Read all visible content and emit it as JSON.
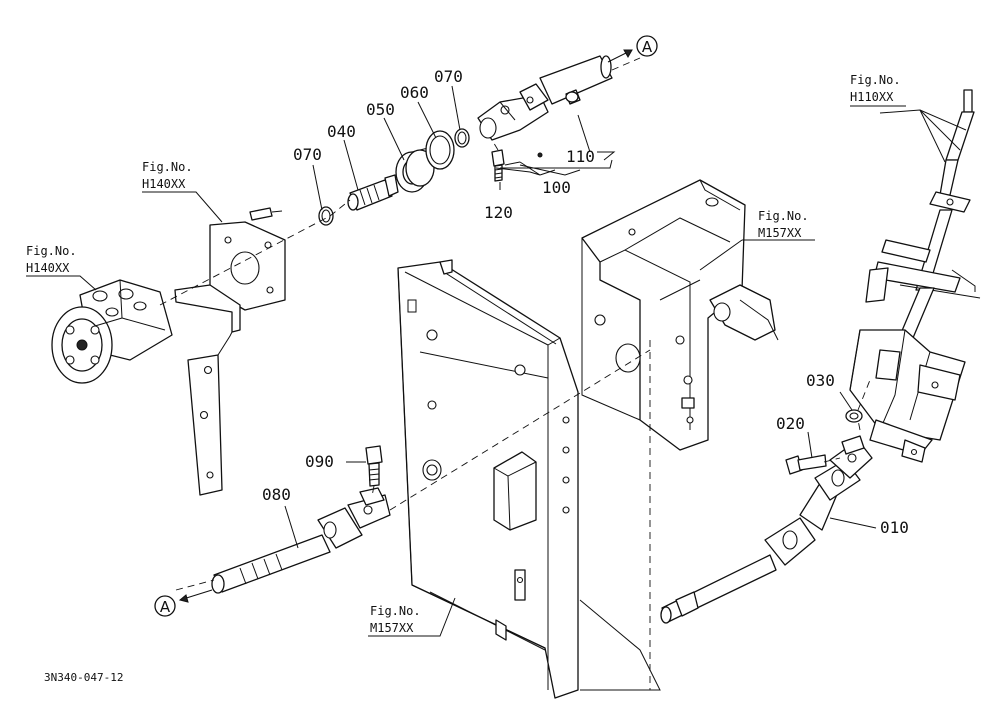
{
  "parts": {
    "p010": "010",
    "p020": "020",
    "p030": "030",
    "p040": "040",
    "p050": "050",
    "p060": "060",
    "p070a": "070",
    "p070b": "070",
    "p080": "080",
    "p090": "090",
    "p100": "100",
    "p110": "110",
    "p120": "120"
  },
  "figure_refs": {
    "h110_label": "Fig.No.",
    "h110_code": "H110XX",
    "m157_top_label": "Fig.No.",
    "m157_top_code": "M157XX",
    "h140_top_label": "Fig.No.",
    "h140_top_code": "H140XX",
    "h140_left_label": "Fig.No.",
    "h140_left_code": "H140XX",
    "m157_bottom_label": "Fig.No.",
    "m157_bottom_code": "M157XX"
  },
  "connectors": {
    "top": "A",
    "bottom": "A"
  },
  "drawing_code": "3N340-047-12"
}
